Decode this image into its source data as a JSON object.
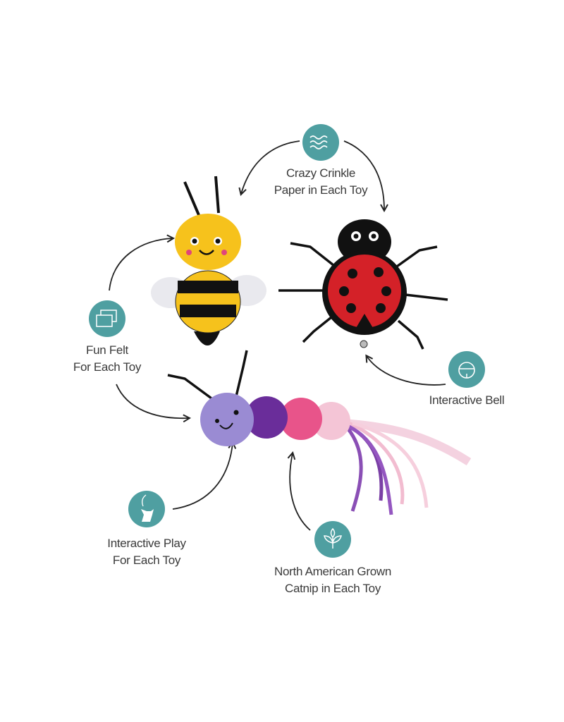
{
  "colors": {
    "teal": "#4f9fa1",
    "ink": "#222222"
  },
  "callouts": [
    {
      "icon": "waves-icon",
      "lines": [
        "Crazy Crinkle",
        "Paper in Each Toy"
      ]
    },
    {
      "icon": "felt-sheets-icon",
      "lines": [
        "Fun Felt",
        "For Each Toy"
      ]
    },
    {
      "icon": "bell-icon",
      "lines": [
        "Interactive Bell"
      ]
    },
    {
      "icon": "cat-playing-icon",
      "lines": [
        "Interactive Play",
        "For Each Toy"
      ]
    },
    {
      "icon": "sprout-icon",
      "lines": [
        "North American Grown",
        "Catnip in Each Toy"
      ]
    }
  ]
}
